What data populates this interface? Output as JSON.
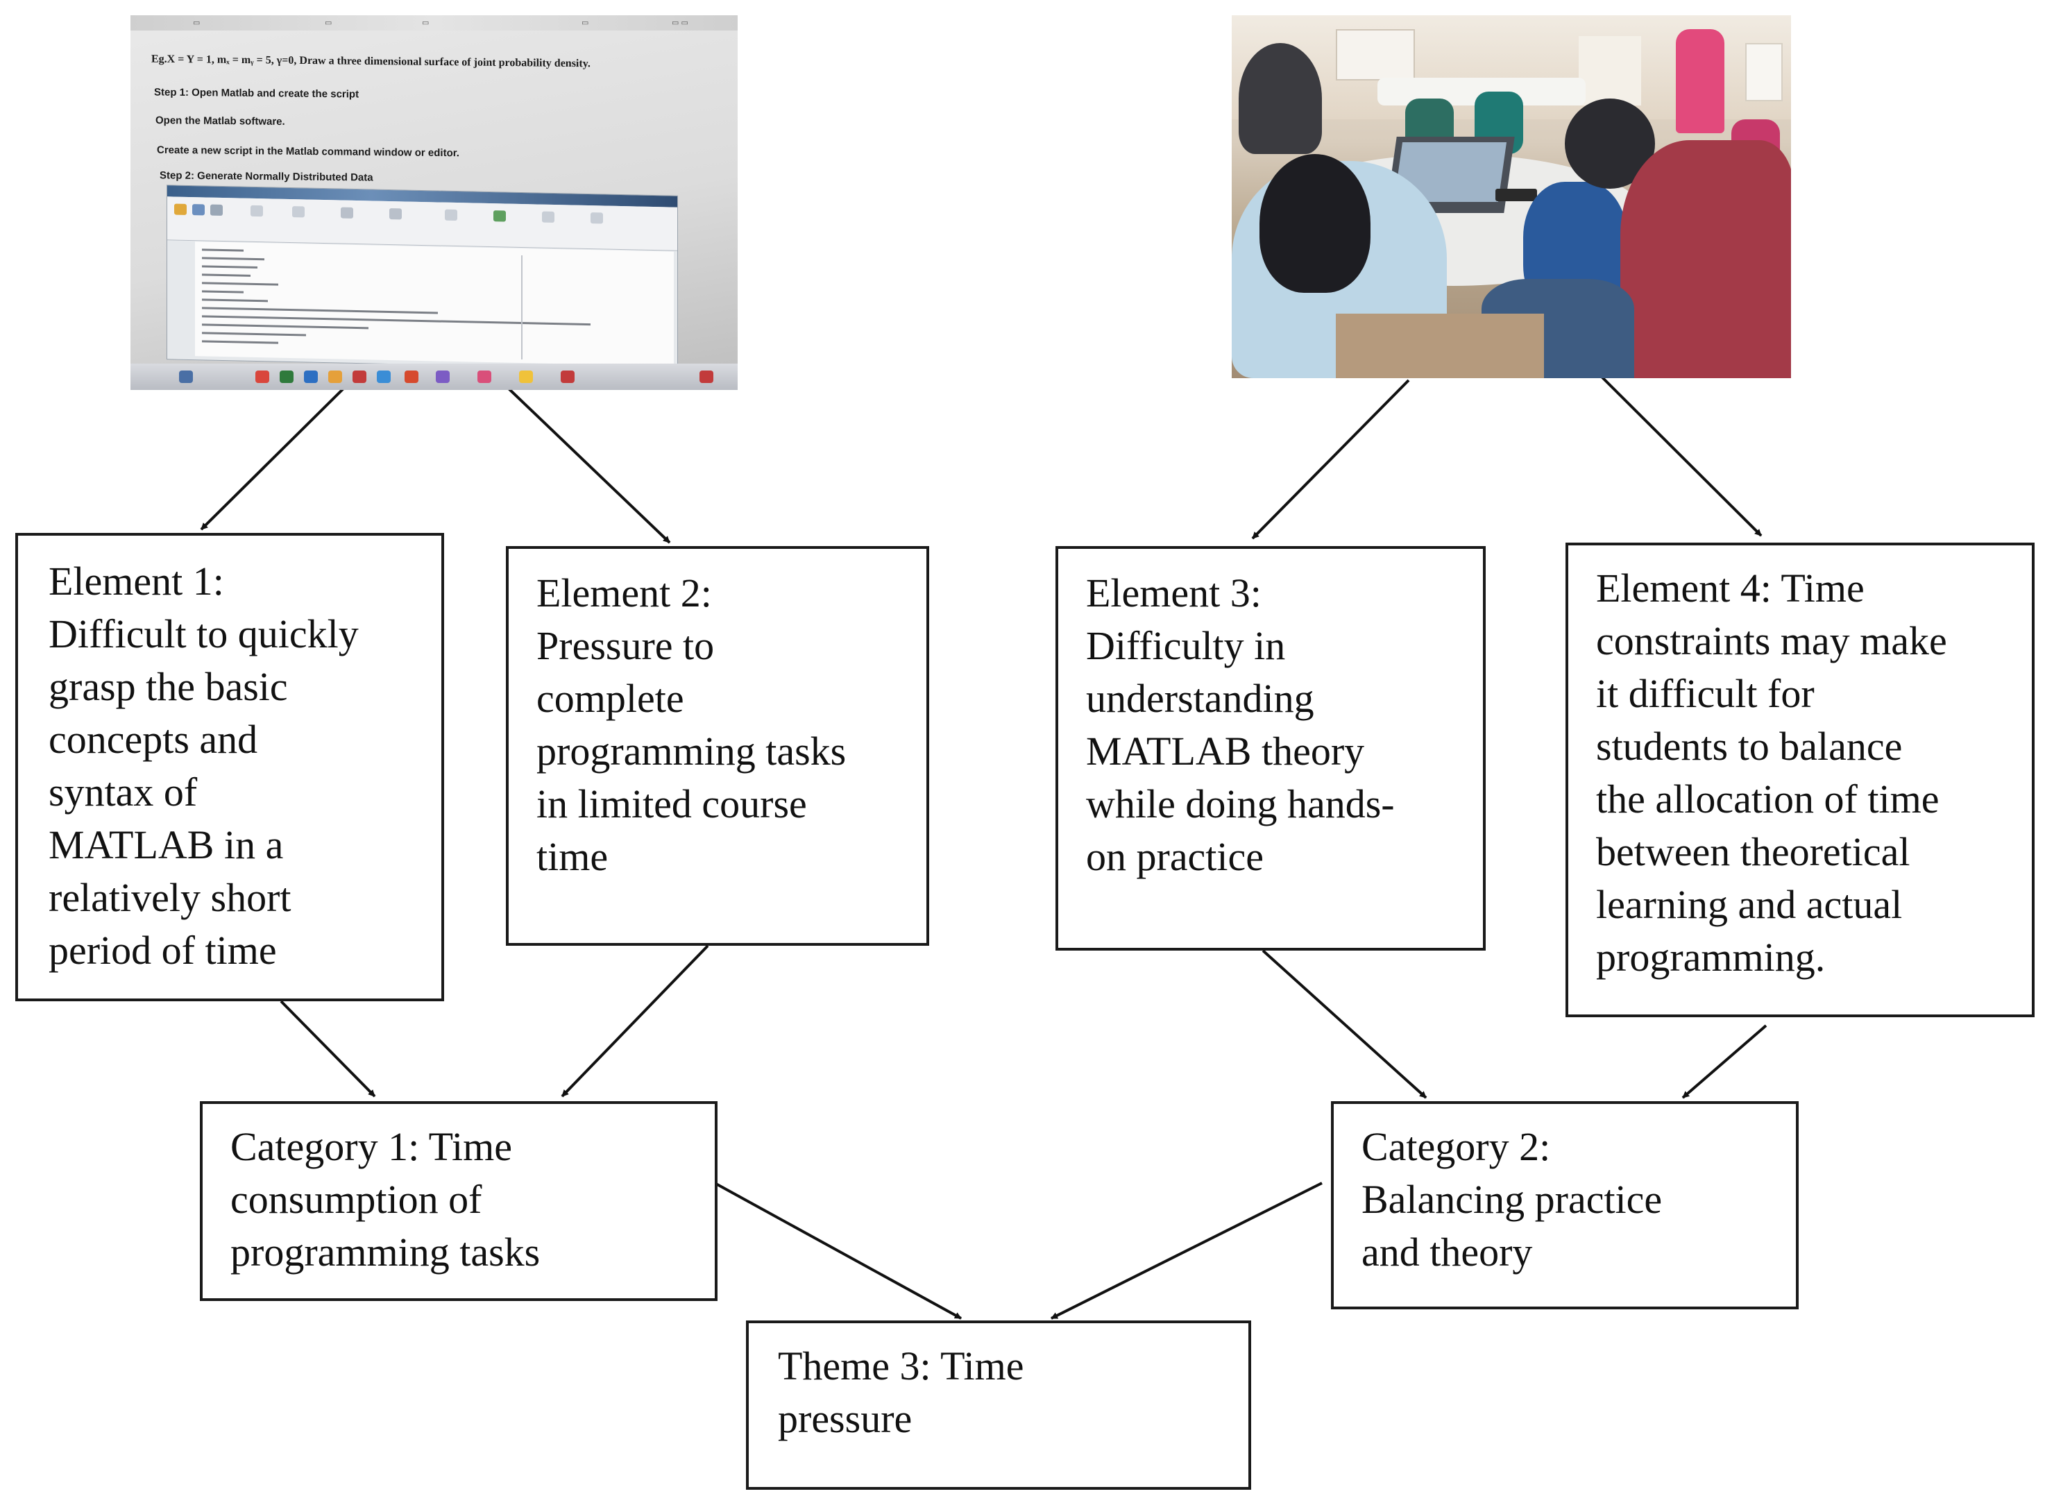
{
  "images": {
    "screen_photo": {
      "lines": [
        "Eg.X = Y = 1,   mₓ = mᵧ = 5,  γ=0,  Draw a three dimensional surface of joint probability density.",
        "Step 1: Open Matlab and create the script",
        "Open the Matlab software.",
        "Create a new script in the Matlab command window or editor.",
        "Step 2: Generate Normally Distributed Data"
      ]
    }
  },
  "elements": [
    {
      "id": "element-1",
      "text": "Element 1:\nDifficult to quickly\ngrasp the basic\nconcepts and\nsyntax of\nMATLAB in a\nrelatively short\nperiod of time"
    },
    {
      "id": "element-2",
      "text": "Element 2:\nPressure to\ncomplete\nprogramming tasks\nin limited course\ntime"
    },
    {
      "id": "element-3",
      "text": "Element 3:\nDifficulty in\nunderstanding\nMATLAB theory\nwhile doing hands-\non practice"
    },
    {
      "id": "element-4",
      "text": "Element 4: Time\nconstraints may make\nit difficult for\nstudents to balance\nthe allocation of time\nbetween theoretical\nlearning and actual\nprogramming."
    }
  ],
  "categories": [
    {
      "id": "category-1",
      "text": "Category 1: Time\nconsumption of\nprogramming tasks"
    },
    {
      "id": "category-2",
      "text": "Category 2:\nBalancing practice\nand theory"
    }
  ],
  "theme": {
    "id": "theme-3",
    "text": "Theme 3: Time\npressure"
  },
  "connections": [
    {
      "from": "screen-photo",
      "to": "element-1"
    },
    {
      "from": "screen-photo",
      "to": "element-2"
    },
    {
      "from": "classroom-photo",
      "to": "element-3"
    },
    {
      "from": "classroom-photo",
      "to": "element-4"
    },
    {
      "from": "element-1",
      "to": "category-1"
    },
    {
      "from": "element-2",
      "to": "category-1"
    },
    {
      "from": "element-3",
      "to": "category-2"
    },
    {
      "from": "element-4",
      "to": "category-2"
    },
    {
      "from": "category-1",
      "to": "theme-3"
    },
    {
      "from": "category-2",
      "to": "theme-3"
    }
  ]
}
